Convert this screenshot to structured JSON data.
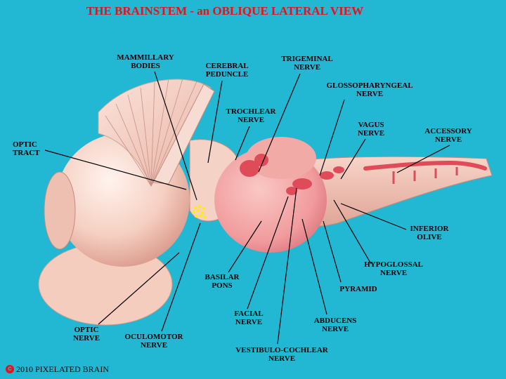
{
  "title": "THE BRAINSTEM - an OBLIQUE LATERAL VIEW",
  "labels": {
    "mammillary_bodies": "MAMMILLARY\nBODIES",
    "cerebral_peduncle": "CEREBRAL\nPEDUNCLE",
    "trigeminal_nerve": "TRIGEMINAL\nNERVE",
    "glossopharyngeal_nerve": "GLOSSOPHARYNGEAL\nNERVE",
    "trochlear_nerve": "TROCHLEAR\nNERVE",
    "vagus_nerve": "VAGUS\nNERVE",
    "accessory_nerve": "ACCESSORY\nNERVE",
    "optic_tract": "OPTIC\nTRACT",
    "inferior_olive": "INFERIOR\nOLIVE",
    "hypoglossal_nerve": "HYPOGLOSSAL\nNERVE",
    "basilar_pons": "BASILAR\nPONS",
    "pyramid": "PYRAMID",
    "facial_nerve": "FACIAL\nNERVE",
    "abducens_nerve": "ABDUCENS\nNERVE",
    "optic_nerve": "OPTIC\nNERVE",
    "oculomotor_nerve": "OCULOMOTOR\nNERVE",
    "vestibulo_cochlear_nerve": "VESTIBULO-COCHLEAR\nNERVE"
  },
  "copyright": {
    "symbol": "c",
    "text": "2010  PIXELATED BRAIN"
  },
  "colors": {
    "background": "#22b7d3",
    "title": "#e8101a",
    "tissue": "#f2c2b3",
    "nerve": "#e04b5a",
    "marker": "#ffee00"
  }
}
